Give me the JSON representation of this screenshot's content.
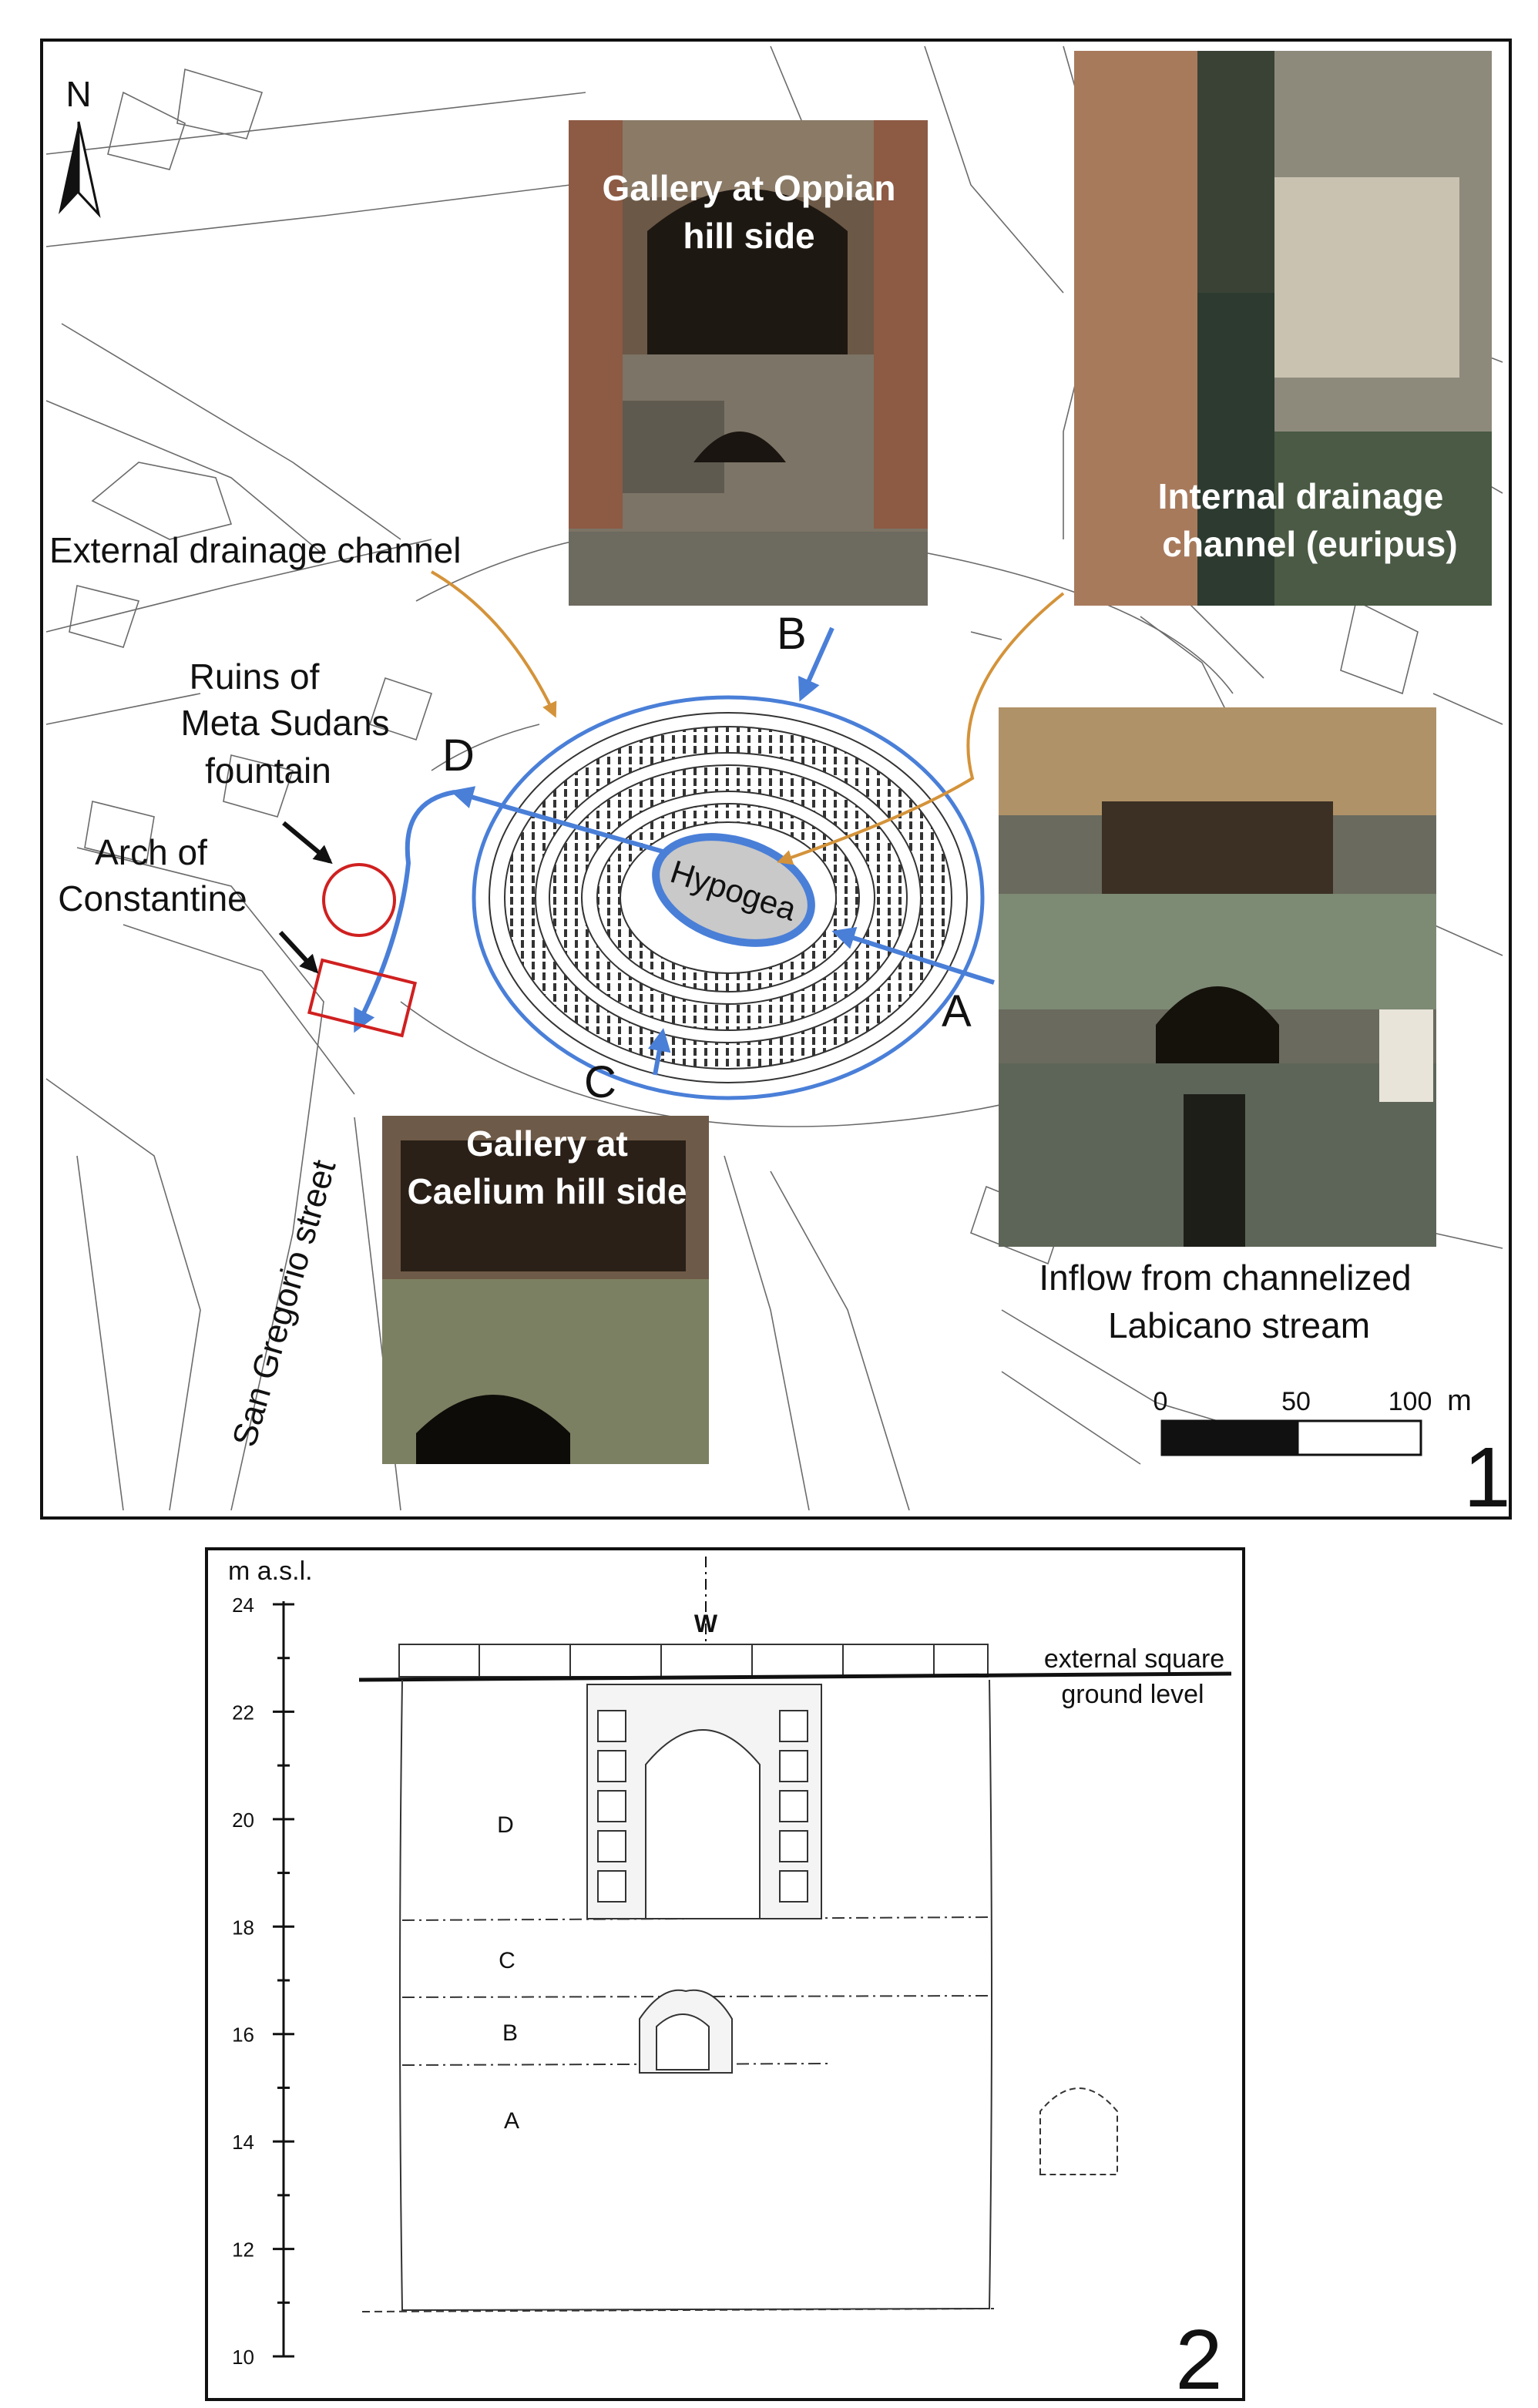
{
  "panel1": {
    "north_label": "N",
    "photo_captions": {
      "oppian_line1": "Gallery at Oppian",
      "oppian_line2": "hill side",
      "euripus_line1": "Internal drainage",
      "euripus_line2": "channel (euripus)",
      "caelium_line1": "Gallery at",
      "caelium_line2": "Caelium hill side"
    },
    "labels": {
      "external_drainage": "External drainage channel",
      "meta_sudans_line1": "Ruins of",
      "meta_sudans_line2": "Meta Sudans",
      "meta_sudans_line3": "fountain",
      "arch_line1": "Arch of",
      "arch_line2": "Constantine",
      "street": "San Gregorio street",
      "hypogea": "Hypogea",
      "inflow_line1": "Inflow from channelized",
      "inflow_line2": "Labicano stream"
    },
    "points": {
      "A": "A",
      "B": "B",
      "C": "C",
      "D": "D"
    },
    "scale": {
      "t0": "0",
      "t50": "50",
      "t100": "100",
      "unit": "m"
    },
    "panel_number": "1",
    "colors": {
      "flow": "#4a7fd8",
      "leader": "#d4933a",
      "marker": "#d02020",
      "ellipse": "#4a7fd8"
    }
  },
  "panel2": {
    "axis_label": "m a.s.l.",
    "ticks": [
      "24",
      "22",
      "20",
      "18",
      "16",
      "14",
      "12",
      "10"
    ],
    "top_label": "W",
    "ground_line1": "external square",
    "ground_line2": "ground level",
    "layers": {
      "D": "D",
      "C": "C",
      "B": "B",
      "A": "A"
    },
    "panel_number": "2"
  }
}
